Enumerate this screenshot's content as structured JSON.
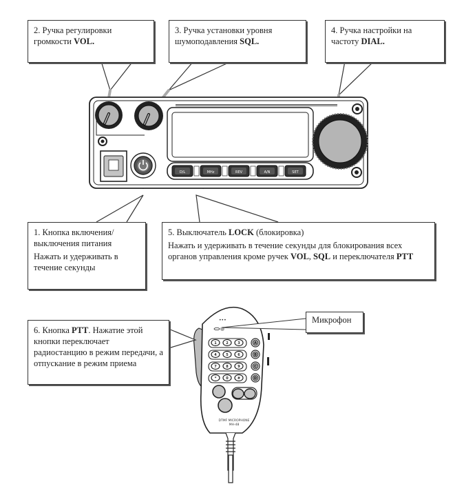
{
  "callouts": {
    "vol": {
      "number": "2.",
      "text": "Ручка регулировки громкости",
      "bold": "VOL."
    },
    "sql": {
      "number": "3.",
      "text": "Ручка установки уровня шумоподавления",
      "bold": "SQL."
    },
    "dial": {
      "number": "4.",
      "text": "Ручка настройки на частоту",
      "bold": "DIAL."
    },
    "power": {
      "title": "1. Кнопка включения/выключения питания",
      "desc": "Нажать и удерживать в течение секунды"
    },
    "lock": {
      "prefix": "5. Выключатель",
      "bold": "LOCK",
      "suffix": "(блокировка)",
      "desc_a": "Нажать и удерживать в течение секунды для блокирования всех органов управления кроме ручек",
      "bold_vol": "VOL",
      "sep": ",",
      "bold_sql": "SQL",
      "desc_b": "и переключателя",
      "bold_ptt": "PTT"
    },
    "ptt": {
      "prefix": "6. Кнопка",
      "bold": "PTT",
      "desc": ". Нажатие этой кнопки переключает радиостанцию в режим передачи, а отпускание в режим приема"
    },
    "mic": {
      "label": "Микрофон"
    }
  },
  "radio": {
    "front_buttons": [
      "D/L",
      "MHz",
      "REV",
      "A/N",
      "SET"
    ],
    "keypad": [
      "1",
      "2",
      "3",
      "A",
      "4",
      "5",
      "6",
      "B",
      "7",
      "8",
      "9",
      "C",
      "*",
      "0",
      "#",
      "D"
    ],
    "mic_model": "DTMF MICROPHONE",
    "mic_code": "MH-48"
  },
  "colors": {
    "knob_fill": "#b5b5b5",
    "leader_gray": "#aaaaaa",
    "outline": "#222222"
  }
}
